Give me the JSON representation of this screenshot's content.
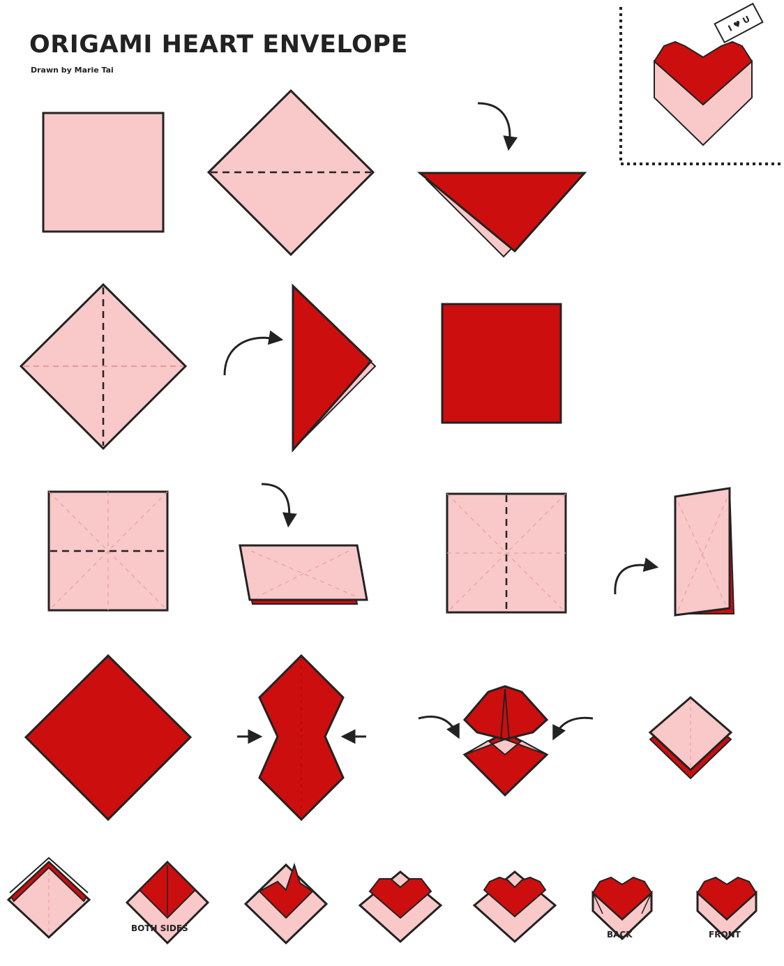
{
  "header": {
    "title": "ORIGAMI HEART ENVELOPE",
    "credit": "Drawn by Marie Tai"
  },
  "labels": {
    "both_sides": "BOTH SIDES",
    "back": "BACK",
    "front": "FRONT"
  },
  "note_text": "I ♥ U",
  "colors": {
    "paper_light": "#f9c8c8",
    "paper_red": "#cc0e0e",
    "outline": "#2a1a1a",
    "background": "#ffffff"
  }
}
